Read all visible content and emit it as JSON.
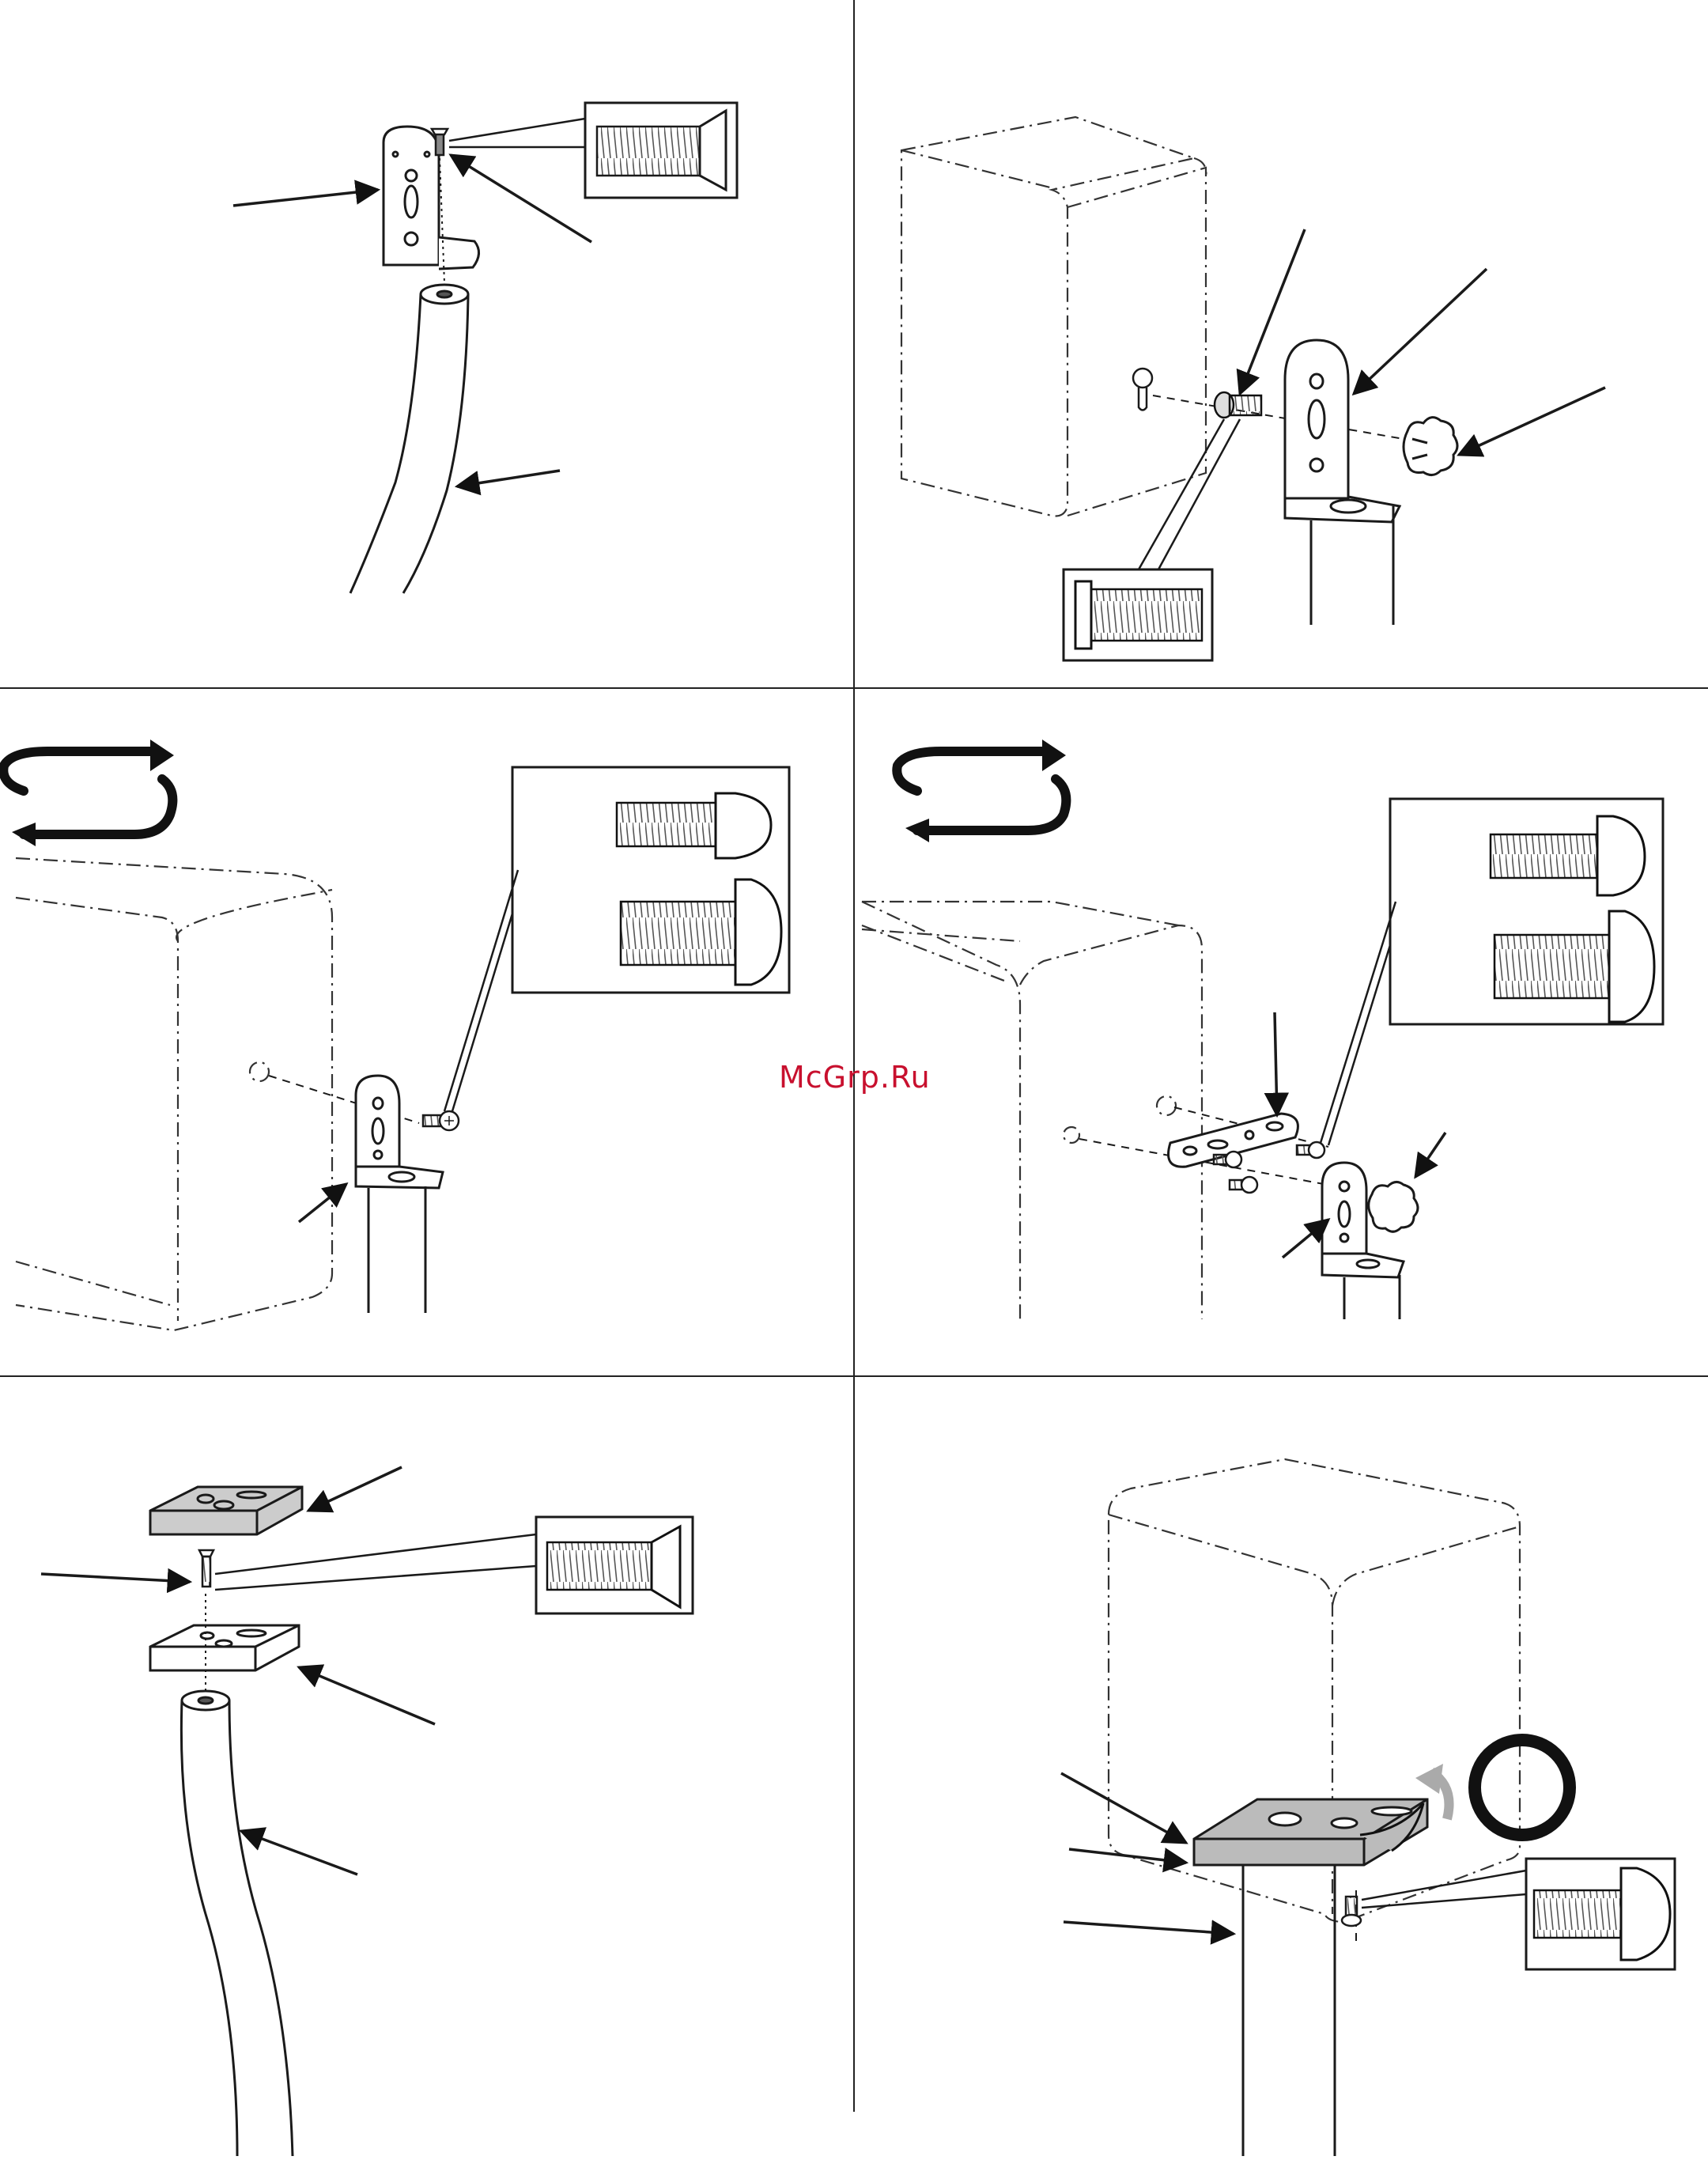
{
  "watermark": "McGrp.Ru",
  "panels": [
    {
      "id": "p1",
      "content": "stand-tube-with-bracket-and-flat-head-screw"
    },
    {
      "id": "p2",
      "content": "speaker-keyhole-screw-bracket-knob"
    },
    {
      "id": "p3",
      "content": "speaker-rotate-bracket-screw"
    },
    {
      "id": "p4",
      "content": "speaker-rotate-adapter-plate-bracket-knob"
    },
    {
      "id": "p5",
      "content": "stand-tube-plates-flat-head-screw"
    },
    {
      "id": "p6",
      "content": "speaker-on-plate-with-screw"
    }
  ],
  "icons": [
    "rotate-arrows-icon",
    "circle-ok-icon",
    "arrow-icon",
    "screw-detail-icon"
  ]
}
